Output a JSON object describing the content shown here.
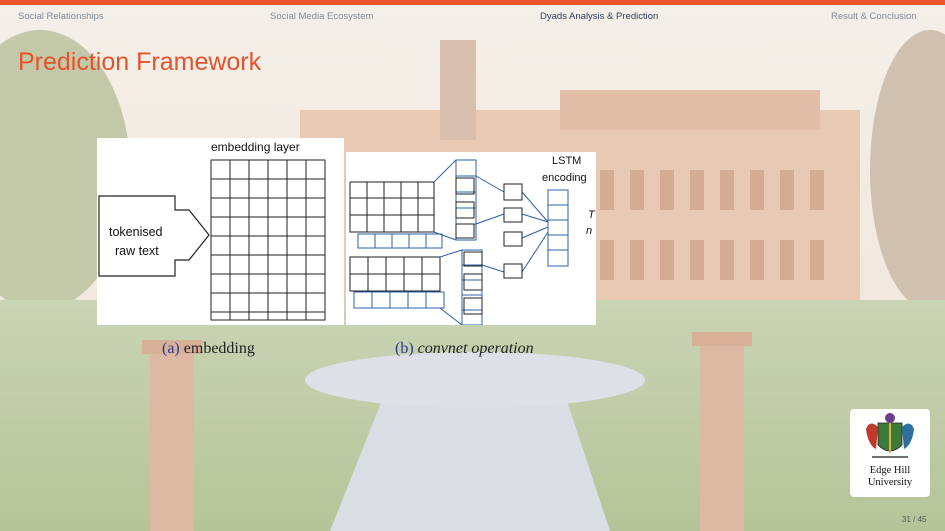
{
  "nav": {
    "items": [
      {
        "label": "Social Relationships"
      },
      {
        "label": "Social Media Ecosystem"
      },
      {
        "label": "Dyads Analysis & Prediction",
        "active": true
      },
      {
        "label": "Result & Conclusion"
      }
    ]
  },
  "slide": {
    "title": "Prediction Framework",
    "page": "31 / 45"
  },
  "figure_a": {
    "heading": "embedding layer",
    "input_label_line1": "tokenised",
    "input_label_line2": "raw text",
    "caption_label": "(a)",
    "caption_text": "embedding"
  },
  "figure_b": {
    "lstm_line1": "LSTM",
    "lstm_line2": "encoding",
    "cut_char1": "T",
    "cut_char2": "n",
    "caption_label": "(b)",
    "caption_text": "convnet operation"
  },
  "logo": {
    "line1": "Edge Hill",
    "line2": "University"
  },
  "colors": {
    "accent": "#e8522b",
    "nav_active": "#2c3e63",
    "caption_label": "#2d3a8c"
  }
}
